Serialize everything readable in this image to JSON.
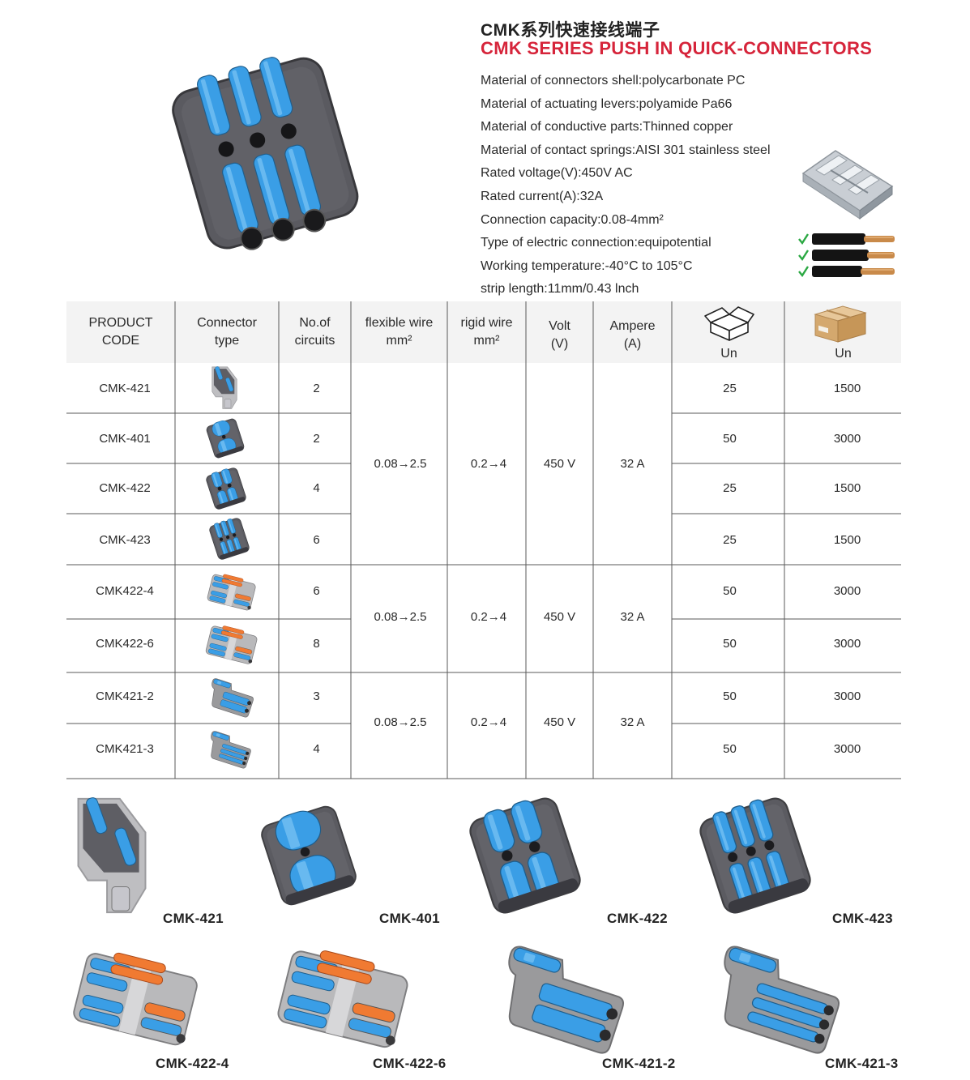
{
  "header": {
    "title_cn": "CMK系列快速接线端子",
    "title_en": "CMK SERIES PUSH IN QUICK-CONNECTORS"
  },
  "specs": [
    "Material of connectors shell:polycarbonate PC",
    "Material of actuating levers:polyamide Pa66",
    "Material of conductive parts:Thinned copper",
    "Material of contact springs:AISI 301 stainless steel",
    "Rated voltage(V):450V AC",
    "Rated current(A):32A",
    "Connection capacity:0.08-4mm²",
    "Type of electric connection:equipotential",
    "Working temperature:-40°C to 105°C",
    "strip length:11mm/0.43 lnch"
  ],
  "table": {
    "headers": {
      "code": [
        "PRODUCT",
        "CODE"
      ],
      "type": [
        "Connector",
        "type"
      ],
      "circuits": [
        "No.of",
        "circuits"
      ],
      "flex": [
        "flexible wire",
        "mm²"
      ],
      "rigid": [
        "rigid wire",
        "mm²"
      ],
      "volt": [
        "Volt",
        "(V)"
      ],
      "amp": [
        "Ampere",
        "(A)"
      ],
      "un_box": "Un",
      "un_carton": "Un"
    },
    "rows": [
      {
        "code": "CMK-421",
        "circuits": "2",
        "un_box": "25",
        "un_carton": "1500"
      },
      {
        "code": "CMK-401",
        "circuits": "2",
        "un_box": "50",
        "un_carton": "3000"
      },
      {
        "code": "CMK-422",
        "circuits": "4",
        "un_box": "25",
        "un_carton": "1500"
      },
      {
        "code": "CMK-423",
        "circuits": "6",
        "un_box": "25",
        "un_carton": "1500"
      },
      {
        "code": "CMK422-4",
        "circuits": "6",
        "un_box": "50",
        "un_carton": "3000"
      },
      {
        "code": "CMK422-6",
        "circuits": "8",
        "un_box": "50",
        "un_carton": "3000"
      },
      {
        "code": "CMK421-2",
        "circuits": "3",
        "un_box": "50",
        "un_carton": "3000"
      },
      {
        "code": "CMK421-3",
        "circuits": "4",
        "un_box": "50",
        "un_carton": "3000"
      }
    ],
    "groups": [
      {
        "flex": "0.08→2.5",
        "rigid": "0.2→4",
        "volt": "450 V",
        "amp": "32 A"
      },
      {
        "flex": "0.08→2.5",
        "rigid": "0.2→4",
        "volt": "450 V",
        "amp": "32 A"
      },
      {
        "flex": "0.08→2.5",
        "rigid": "0.2→4",
        "volt": "450 V",
        "amp": "32 A"
      }
    ]
  },
  "gallery": [
    {
      "label": "CMK-421"
    },
    {
      "label": "CMK-401"
    },
    {
      "label": "CMK-422"
    },
    {
      "label": "CMK-423"
    },
    {
      "label": "CMK-422-4"
    },
    {
      "label": "CMK-422-6"
    },
    {
      "label": "CMK-421-2"
    },
    {
      "label": "CMK-421-3"
    }
  ],
  "icons": {
    "open_box": "open-box-icon",
    "carton": "carton-box-icon",
    "spring": "contact-spring-icon",
    "wires": "stripped-wires-icon",
    "check": "checkmark-icon"
  },
  "colors": {
    "title_red": "#d6243a",
    "lever_blue": "#3a9ee6",
    "lever_orange": "#f07a32",
    "smoke_housing": "#4e4e54",
    "grey_housing": "#9a9a9c",
    "check_green": "#2aa842"
  }
}
